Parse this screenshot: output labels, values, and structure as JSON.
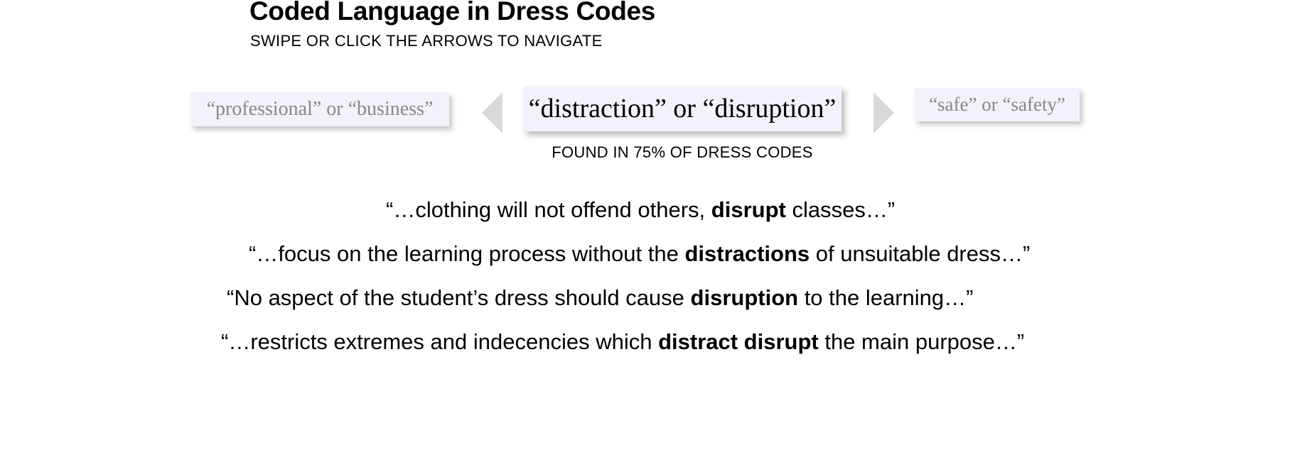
{
  "header": {
    "title": "Coded Language in Dress Codes",
    "subtitle": "SWIPE OR CLICK THE ARROWS TO NAVIGATE"
  },
  "carousel": {
    "previous_term": "“professional” or “business”",
    "current_term": "“distraction” or “disruption”",
    "next_term": "“safe” or “safety”",
    "frequency": "FOUND IN 75% OF DRESS CODES",
    "prev_arrow_icon": "triangle-left-icon",
    "next_arrow_icon": "triangle-right-icon"
  },
  "quotes": [
    {
      "before": "“…clothing will not offend others, ",
      "highlight": "disrupt",
      "after": " classes…”"
    },
    {
      "before": "“…focus on the learning process without the ",
      "highlight": "distractions",
      "after": " of unsuitable dress…”"
    },
    {
      "before": "“No aspect of the student’s dress should cause ",
      "highlight": "disruption",
      "after": " to the learning…”"
    },
    {
      "before": "“…restricts extremes and indecencies which ",
      "highlight": "distract disrupt",
      "after": " the main purpose…”"
    }
  ],
  "colors": {
    "card_background": "#f4f1fa",
    "inactive_text": "#888888",
    "arrow": "#d9d9d9"
  }
}
